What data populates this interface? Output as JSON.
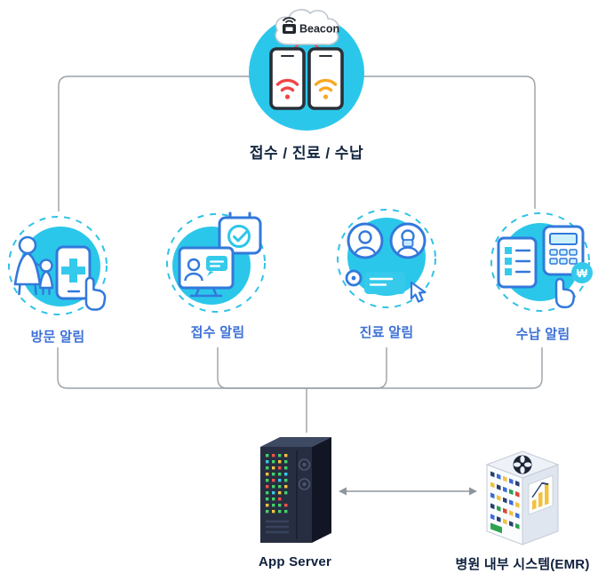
{
  "top": {
    "beacon_label": "Beacon",
    "caption": "접수 / 진료 / 수납"
  },
  "nodes": [
    {
      "id": "visit",
      "label": "방문 알림"
    },
    {
      "id": "registration",
      "label": "접수 알림"
    },
    {
      "id": "treatment",
      "label": "진료 알림"
    },
    {
      "id": "payment",
      "label": "수납 알림"
    }
  ],
  "bottom": {
    "server_label": "App Server",
    "emr_label": "병원 내부 시스템(EMR)"
  },
  "icons": {
    "won_symbol": "₩"
  },
  "colors": {
    "cyan": "#2BC7EA",
    "art_cyan": "#35CAEC",
    "outline_blue": "#3279DB",
    "label_blue": "#3C6FD6",
    "heading_navy": "#13253F",
    "wifi_red": "#F04545",
    "wifi_orange": "#F7A823",
    "beacon_link_red": "#E5484D",
    "line_gray": "#9AA0A6",
    "server_dark": "#272E41"
  }
}
